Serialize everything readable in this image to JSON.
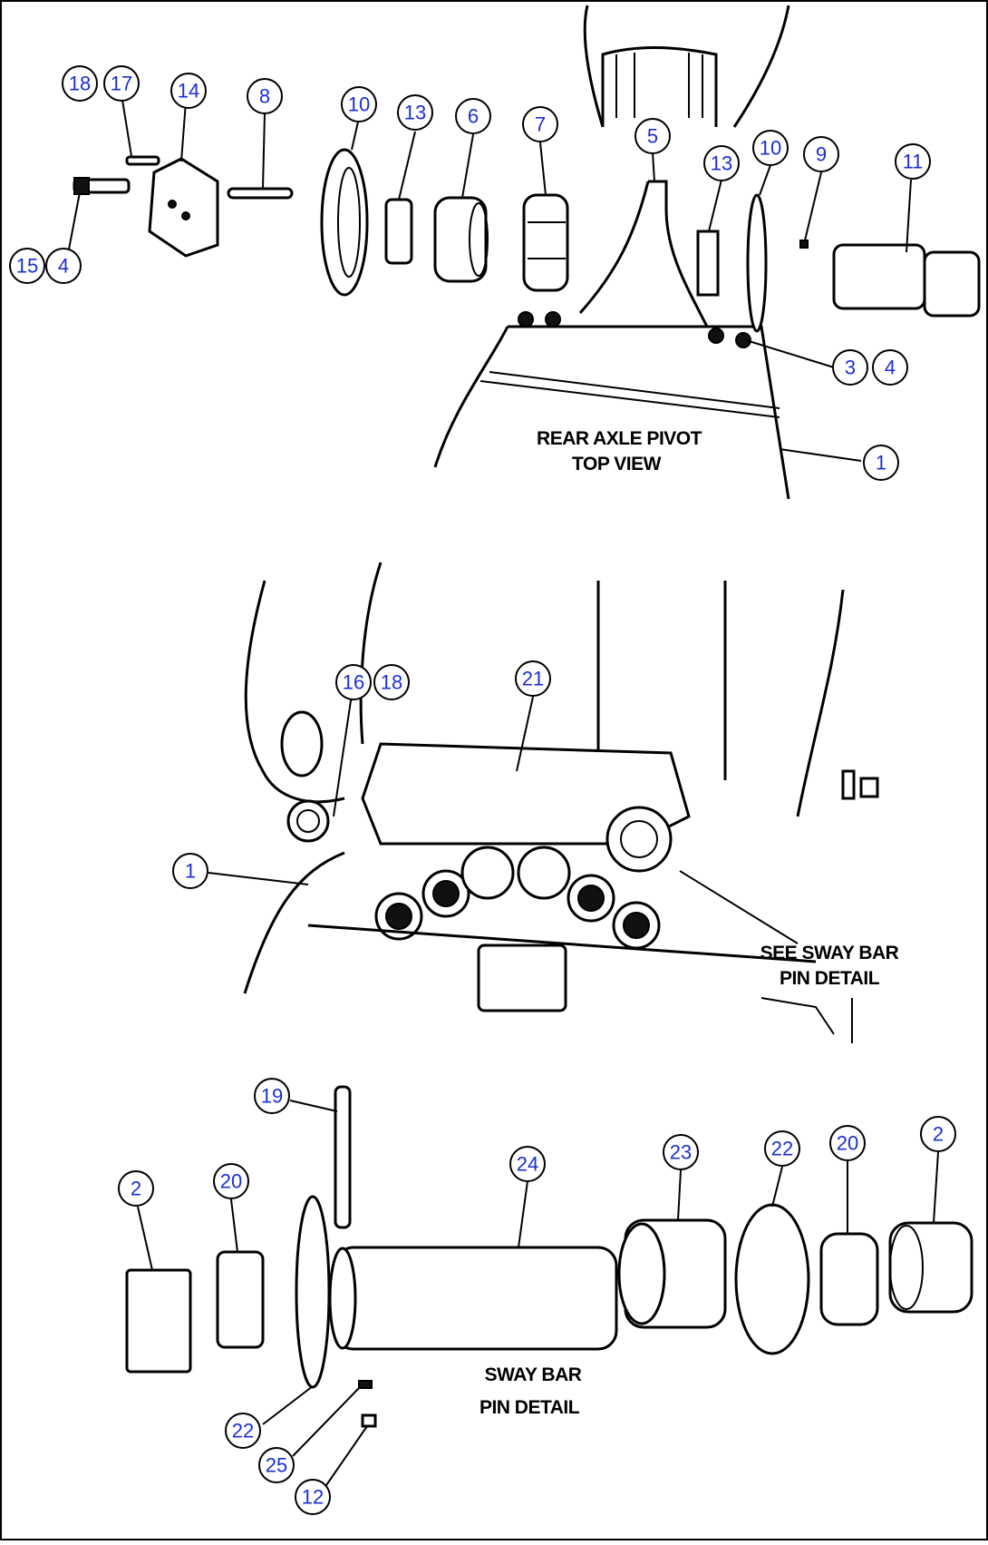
{
  "captions": {
    "top_line1": "REAR AXLE PIVOT",
    "top_line2": "TOP VIEW",
    "middle_line1": "SEE SWAY BAR",
    "middle_line2": "PIN DETAIL",
    "bottom_line1": "SWAY BAR",
    "bottom_line2": "PIN DETAIL"
  },
  "callouts": {
    "c18a": "18",
    "c17": "17",
    "c14": "14",
    "c8": "8",
    "c10a": "10",
    "c13a": "13",
    "c6": "6",
    "c7": "7",
    "c5": "5",
    "c13b": "13",
    "c10b": "10",
    "c9": "9",
    "c11": "11",
    "c15": "15",
    "c4a": "4",
    "c3": "3",
    "c4b": "4",
    "c1a": "1",
    "c16": "16",
    "c18b": "18",
    "c21": "21",
    "c1b": "1",
    "c19": "19",
    "c24": "24",
    "c23": "23",
    "c22a": "22",
    "c20a": "20",
    "c2a": "2",
    "c2b": "2",
    "c20b": "20",
    "c22b": "22",
    "c25": "25",
    "c12": "12"
  }
}
